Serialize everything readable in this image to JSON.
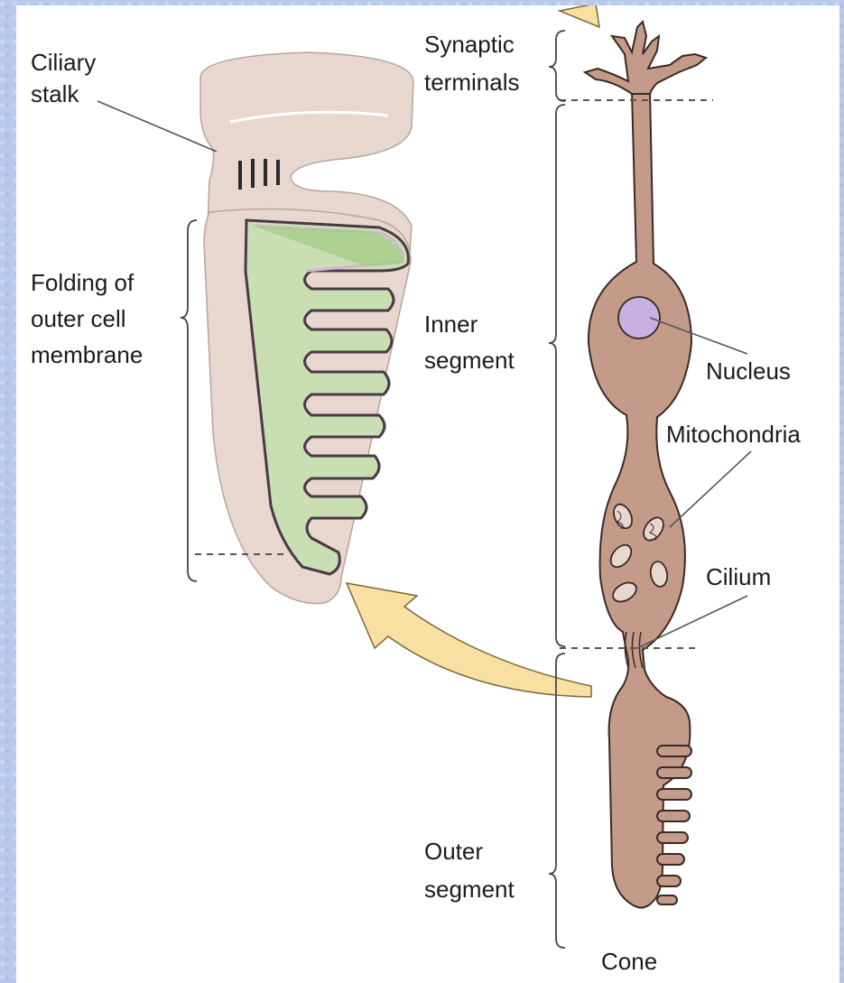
{
  "labels": {
    "ciliary_stalk": [
      "Ciliary",
      "stalk"
    ],
    "folding": [
      "Folding of",
      "outer cell",
      "membrane"
    ],
    "synaptic_terminals": [
      "Synaptic",
      "terminals"
    ],
    "inner_segment": [
      "Inner",
      "segment"
    ],
    "outer_segment": [
      "Outer",
      "segment"
    ],
    "nucleus": "Nucleus",
    "mitochondria": "Mitochondria",
    "cilium": "Cilium",
    "cone": "Cone"
  },
  "colors": {
    "background": "#b9c9ec",
    "panel": "#ffffff",
    "cell_body": "#c49a89",
    "cell_outline": "#3a2a25",
    "stalk_fill": "#e8d7cf",
    "folding_green": "#c9dfb3",
    "folding_green_dark": "#9fca82",
    "membrane_lilac": "#d7b4d6",
    "nucleus": "#c8b0e4",
    "arrow": "#f7e0a2",
    "arrow_outline": "#7a6a3a"
  },
  "icons": [
    "curved-arrow-icon",
    "top-arrow-icon"
  ]
}
